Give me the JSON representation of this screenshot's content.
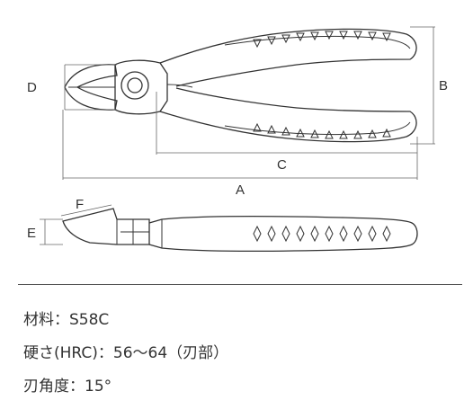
{
  "dimensions": {
    "a": "A",
    "b": "B",
    "c": "C",
    "d": "D",
    "e": "E",
    "f": "F"
  },
  "specs": [
    {
      "label": "材料",
      "sep": "：",
      "value": "S58C"
    },
    {
      "label": "硬さ(HRC)",
      "sep": "：",
      "value": "56〜64（刃部）"
    },
    {
      "label": "刃角度",
      "sep": "：",
      "value": "15°"
    }
  ],
  "colors": {
    "line": "#333333",
    "dim": "#666666"
  }
}
